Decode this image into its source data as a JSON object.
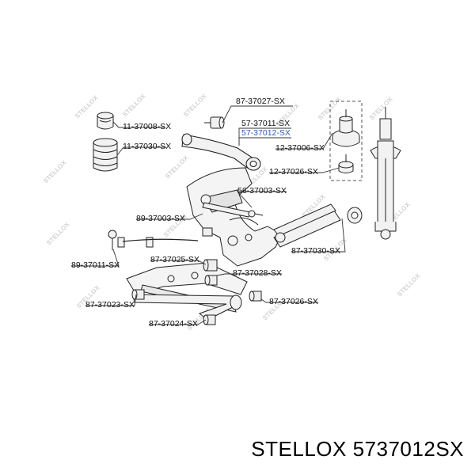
{
  "watermark": "STELLOX",
  "parts": [
    {
      "id": "87-37027-SX",
      "label": "87-37027-SX",
      "highlight": false
    },
    {
      "id": "57-37011-SX",
      "label": "57-37011-SX",
      "highlight": false
    },
    {
      "id": "57-37012-SX",
      "label": "57-37012-SX",
      "highlight": true
    },
    {
      "id": "11-37008-SX",
      "label": "11-37008-SX",
      "highlight": false
    },
    {
      "id": "11-37030-SX",
      "label": "11-37030-SX",
      "highlight": false
    },
    {
      "id": "12-37006-SX",
      "label": "12-37006-SX",
      "highlight": false
    },
    {
      "id": "12-37026-SX",
      "label": "12-37026-SX",
      "highlight": false
    },
    {
      "id": "56-37003-SX",
      "label": "56-37003-SX",
      "highlight": false
    },
    {
      "id": "89-37003-SX",
      "label": "89-37003-SX",
      "highlight": false
    },
    {
      "id": "87-37030-SX",
      "label": "87-37030-SX",
      "highlight": false
    },
    {
      "id": "89-37011-SX",
      "label": "89-37011-SX",
      "highlight": false
    },
    {
      "id": "87-37025-SX",
      "label": "87-37025-SX",
      "highlight": false
    },
    {
      "id": "87-37028-SX",
      "label": "87-37028-SX",
      "highlight": false
    },
    {
      "id": "87-37023-SX",
      "label": "87-37023-SX",
      "highlight": false
    },
    {
      "id": "87-37026-SX",
      "label": "87-37026-SX",
      "highlight": false
    },
    {
      "id": "87-37024-SX",
      "label": "87-37024-SX",
      "highlight": false
    }
  ],
  "caption": {
    "brand": "STELLOX",
    "part_number": "5737012SX"
  }
}
